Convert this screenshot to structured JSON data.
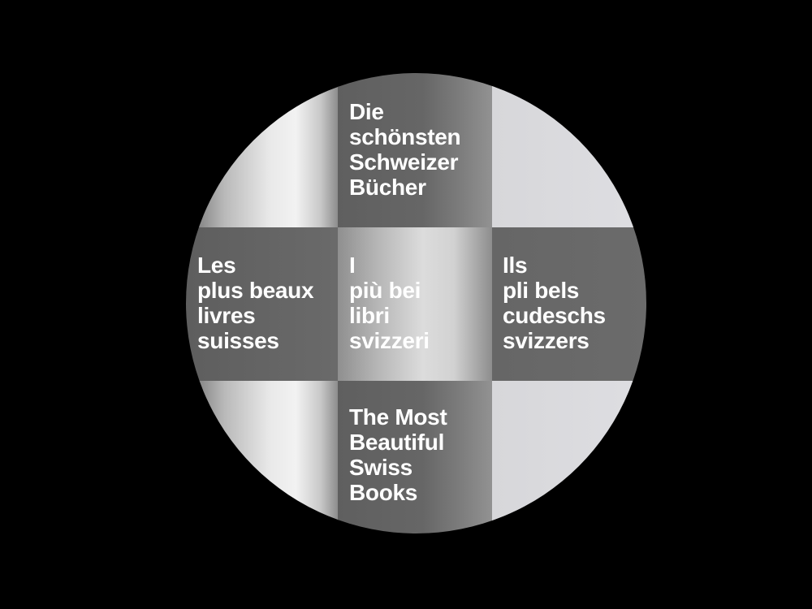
{
  "background_color": "#000000",
  "center": {
    "lines": [
      "I",
      "più bei",
      "libri",
      "svizzeri"
    ]
  },
  "top": {
    "lines": [
      "Die",
      "schönsten",
      "Schweizer",
      "Bücher"
    ]
  },
  "left": {
    "lines": [
      "Les",
      "plus beaux",
      "livres",
      "suisses"
    ]
  },
  "right": {
    "lines": [
      "Ils",
      "pli bels",
      "cudeschs",
      "svizzers"
    ]
  },
  "bottom": {
    "lines": [
      "The Most",
      "Beautiful",
      "Swiss",
      "Books"
    ]
  }
}
